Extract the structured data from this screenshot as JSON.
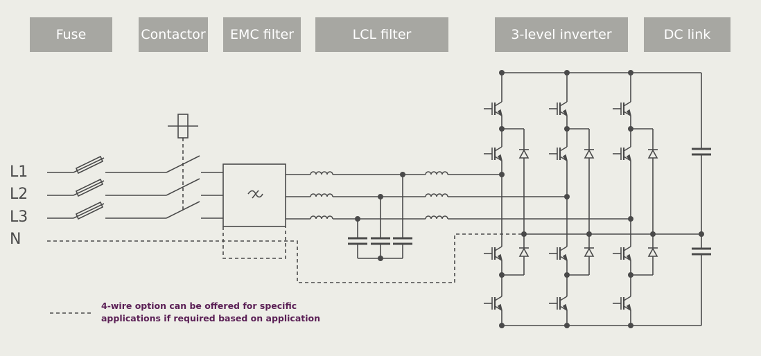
{
  "headers": [
    {
      "id": "fuse",
      "label": "Fuse"
    },
    {
      "id": "contactor",
      "label": "Contactor"
    },
    {
      "id": "emc",
      "label": "EMC filter"
    },
    {
      "id": "lcl",
      "label": "LCL filter"
    },
    {
      "id": "inverter",
      "label": "3-level inverter"
    },
    {
      "id": "dclink",
      "label": "DC link"
    }
  ],
  "phases": [
    "L1",
    "L2",
    "L3",
    "N"
  ],
  "note": {
    "line1": "4-wire option can be offered for specific",
    "line2": "applications if required based on application"
  },
  "colors": {
    "background": "#edede7",
    "header_fill": "#a7a7a2",
    "header_text": "#ffffff",
    "line": "#4a4a4a",
    "note_text": "#5a1f55"
  }
}
